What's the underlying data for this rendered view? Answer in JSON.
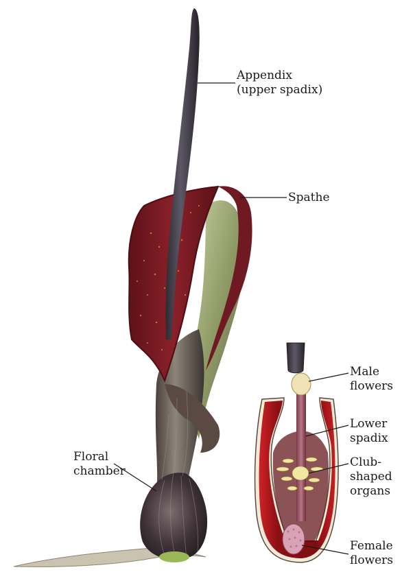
{
  "labels": {
    "appendix": [
      "Appendix",
      "(upper spadix)"
    ],
    "spathe": [
      "Spathe"
    ],
    "floral_chamber": [
      "Floral",
      "chamber"
    ],
    "male_flowers": [
      "Male",
      "flowers"
    ],
    "lower_spadix": [
      "Lower",
      "spadix"
    ],
    "club_shaped_organs": [
      "Club-",
      "shaped",
      "organs"
    ],
    "female_flowers": [
      "Female",
      "flowers"
    ]
  },
  "colors": {
    "spathe_red": "#7a1a22",
    "spathe_green": "#8d9a63",
    "spadix_dark": "#3f3a44",
    "chamber_dark": "#3b3036",
    "section_red": "#b11b20",
    "leader_line": "#1a1a1a"
  }
}
